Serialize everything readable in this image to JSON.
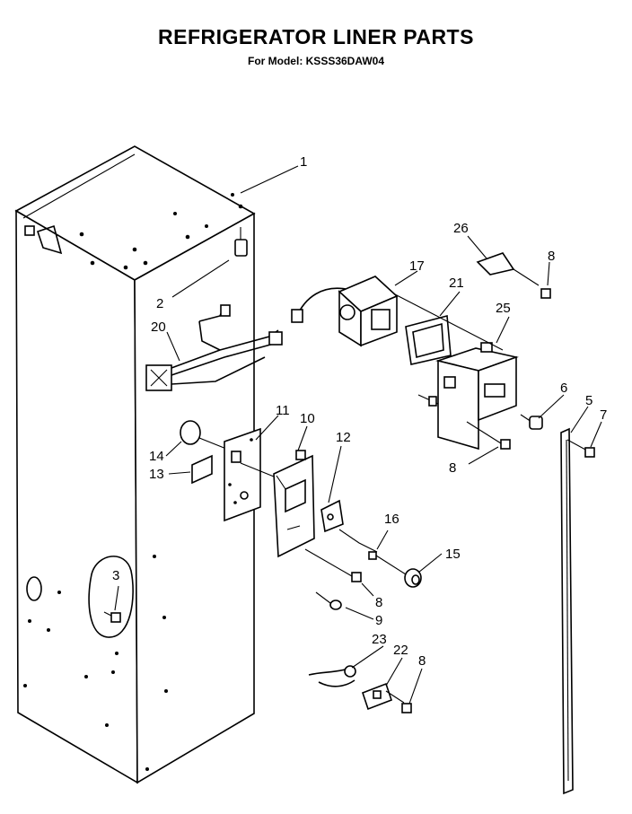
{
  "title": "REFRIGERATOR LINER PARTS",
  "subtitle": "For Model: KSSS36DAW04",
  "callouts": {
    "p1": "1",
    "p2": "2",
    "p3": "3",
    "p5": "5",
    "p6": "6",
    "p7": "7",
    "p8a": "8",
    "p8b": "8",
    "p8c": "8",
    "p8d": "8",
    "p9": "9",
    "p10": "10",
    "p11": "11",
    "p12": "12",
    "p13": "13",
    "p14": "14",
    "p15": "15",
    "p16": "16",
    "p17": "17",
    "p20": "20",
    "p21": "21",
    "p22": "22",
    "p23": "23",
    "p25": "25",
    "p26": "26"
  }
}
